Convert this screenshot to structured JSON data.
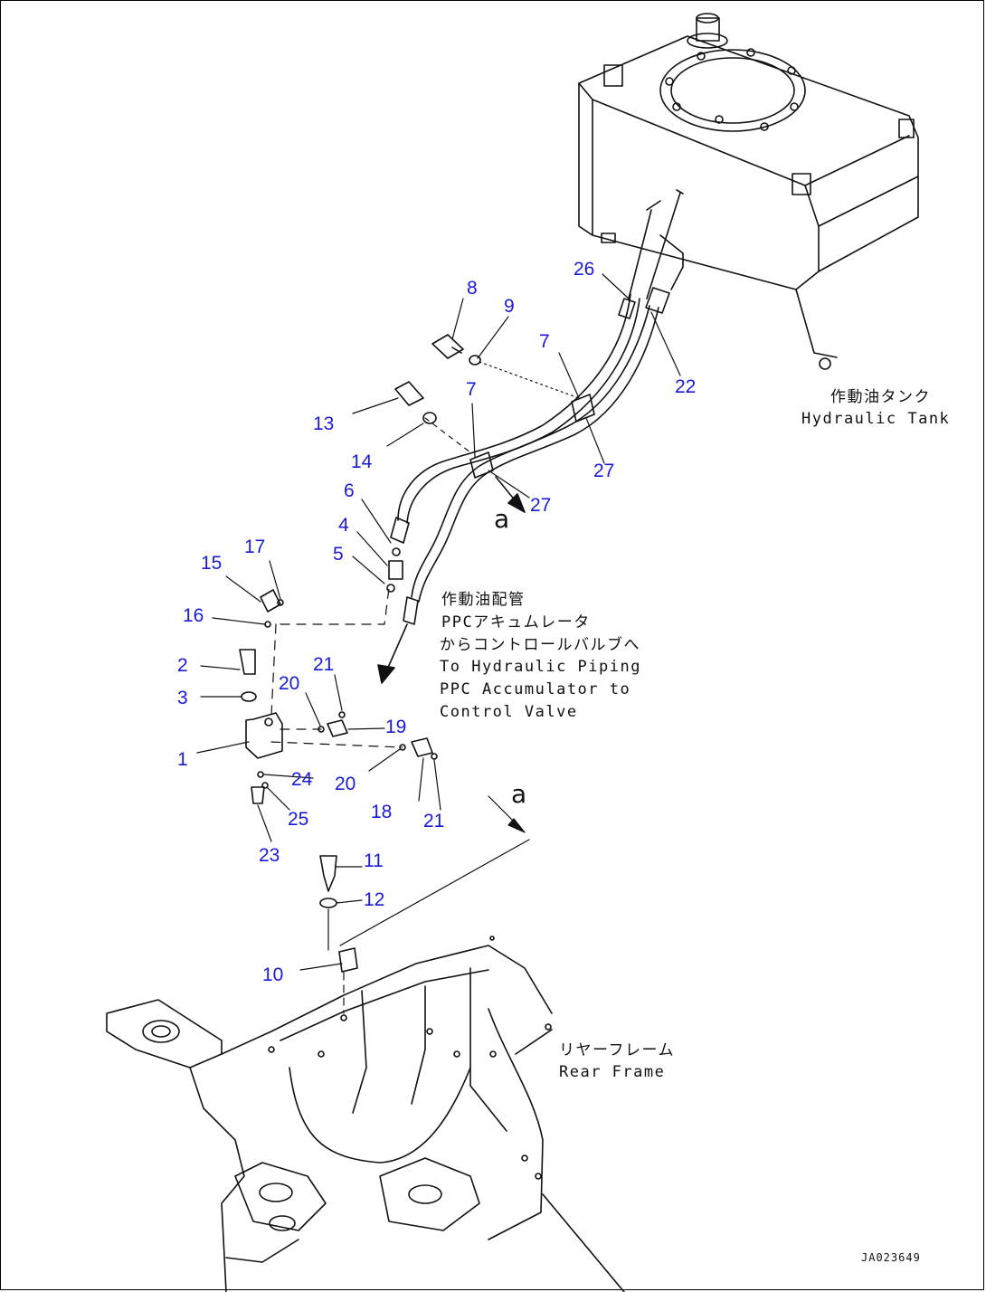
{
  "labels": {
    "tank_jp": "作動油タンク",
    "tank_en": "Hydraulic Tank",
    "piping_jp1": "作動油配管",
    "piping_jp2": "PPCアキュムレータ",
    "piping_jp3": "からコントロールバルブへ",
    "piping_en1": "To Hydraulic Piping",
    "piping_en2": "PPC Accumulator to",
    "piping_en3": "Control Valve",
    "frame_jp": "リヤーフレーム",
    "frame_en": "Rear Frame",
    "view_a_1": "a",
    "view_a_2": "a",
    "drawing_ref": "JA023649"
  },
  "callouts": {
    "n1": "1",
    "n2": "2",
    "n3": "3",
    "n4": "4",
    "n5": "5",
    "n6": "6",
    "n7a": "7",
    "n7b": "7",
    "n8": "8",
    "n9": "9",
    "n10": "10",
    "n11": "11",
    "n12": "12",
    "n13": "13",
    "n14": "14",
    "n15": "15",
    "n16": "16",
    "n17": "17",
    "n18": "18",
    "n19": "19",
    "n20a": "20",
    "n20b": "20",
    "n21a": "21",
    "n21b": "21",
    "n22": "22",
    "n23": "23",
    "n24": "24",
    "n25": "25",
    "n26": "26",
    "n27a": "27",
    "n27b": "27"
  },
  "colors": {
    "callout": "#1a1adc",
    "line": "#111111"
  }
}
